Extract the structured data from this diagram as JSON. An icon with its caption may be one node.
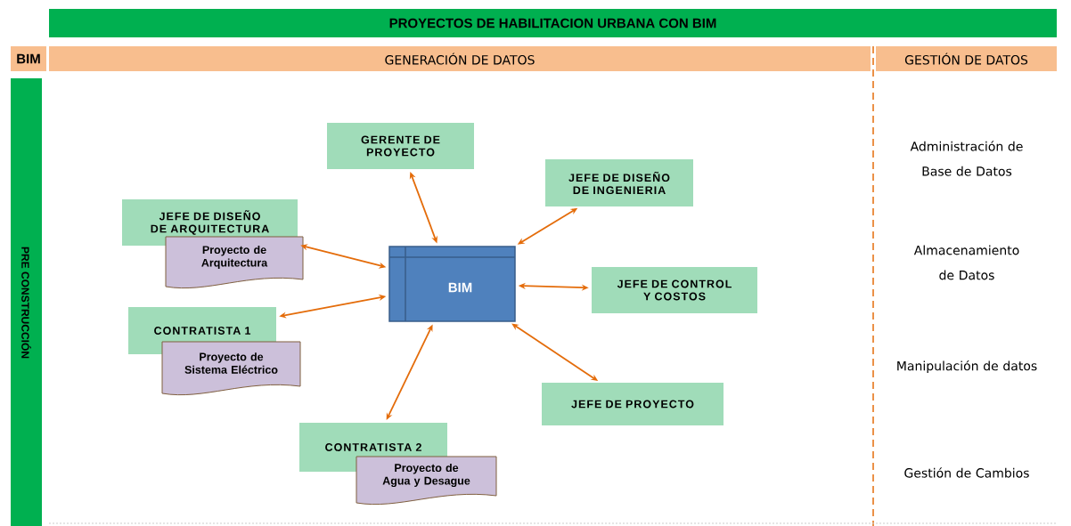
{
  "diagram": {
    "title": "PROYECTOS DE HABILITACION URBANA CON BIM",
    "nodes": [
      {
        "text": [
          "BIM"
        ]
      },
      {
        "text": [
          "GENERACIÓN DE DATOS"
        ]
      },
      {
        "text": [
          "GESTIÓN DE DATOS"
        ]
      },
      {
        "text": [
          "PRE CONSTRUCCIÓN"
        ]
      },
      {
        "text": [
          "GERENTE DE PROYECTO"
        ]
      },
      {
        "text": [
          "JEFE DE DISEÑO DE INGENIERIA"
        ]
      },
      {
        "text": [
          "JEFE DE DISEÑO DE ARQUITECTURA"
        ]
      },
      {
        "text": [
          "Proyecto de Arquitectura"
        ]
      },
      {
        "text": [
          "BIM"
        ]
      },
      {
        "text": [
          "JEFE DE CONTROL Y COSTOS"
        ]
      },
      {
        "text": [
          "CONTRATISTA 1"
        ]
      },
      {
        "text": [
          "Proyecto de Sistema Eléctrico"
        ]
      },
      {
        "text": [
          "JEFE DE PROYECTO"
        ]
      },
      {
        "text": [
          "CONTRATISTA 2"
        ]
      },
      {
        "text": [
          "Proyecto de Agua y Desague"
        ]
      }
    ],
    "edges": [
      {
        "from": 8,
        "to": 4,
        "arrow": "both"
      },
      {
        "from": 8,
        "to": 5,
        "arrow": "both"
      },
      {
        "from": 8,
        "to": 6,
        "arrow": "both"
      },
      {
        "from": 8,
        "to": 9,
        "arrow": "both"
      },
      {
        "from": 8,
        "to": 10,
        "arrow": "both"
      },
      {
        "from": 8,
        "to": 13,
        "arrow": "both"
      },
      {
        "from": 8,
        "to": 12,
        "arrow": "both"
      }
    ],
    "labels": [
      "Administración de Base de Datos",
      "Almacenamiento de Datos",
      "Manipulación de datos",
      "Gestión de Cambios"
    ]
  }
}
